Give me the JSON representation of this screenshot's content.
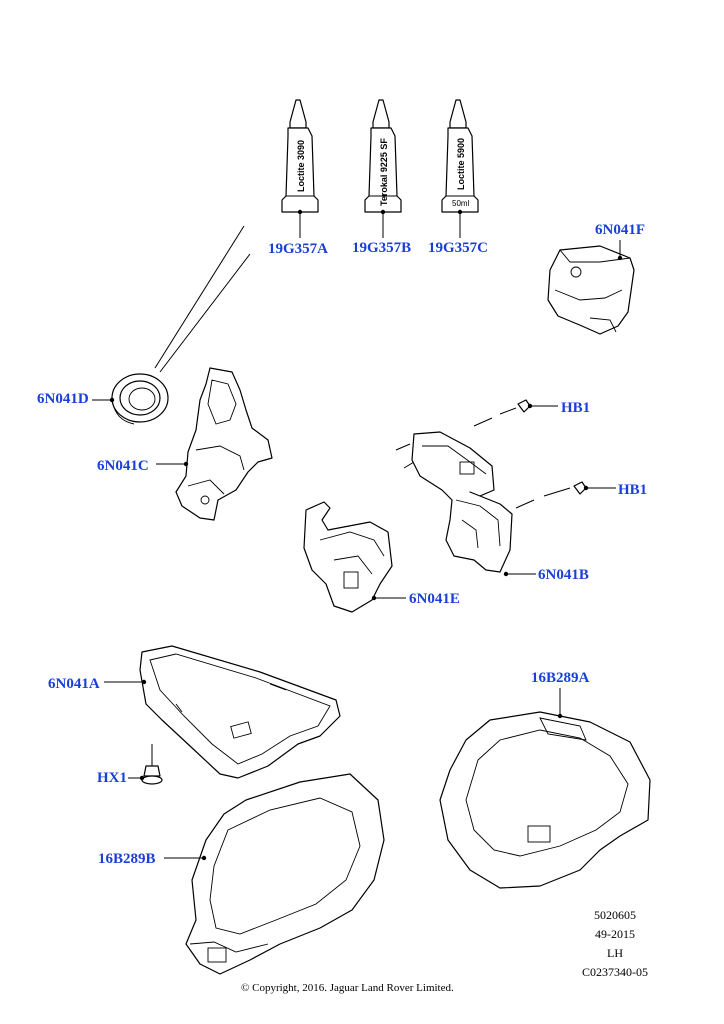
{
  "tubes": [
    {
      "label": "Loctite 3090",
      "volume": ""
    },
    {
      "label": "Terokal 9225 SF",
      "volume": ""
    },
    {
      "label": "Loctite 5900",
      "volume": "50ml"
    }
  ],
  "callouts": {
    "c19G357A": "19G357A",
    "c19G357B": "19G357B",
    "c19G357C": "19G357C",
    "c6N041F": "6N041F",
    "c6N041D": "6N041D",
    "c6N041C": "6N041C",
    "cHB1a": "HB1",
    "cHB1b": "HB1",
    "c6N041B": "6N041B",
    "c6N041E": "6N041E",
    "c6N041A": "6N041A",
    "c16B289A": "16B289A",
    "cHX1": "HX1",
    "c16B289B": "16B289B"
  },
  "meta": {
    "line1": "5020605",
    "line2": "49-2015",
    "line3": "LH",
    "line4": "C0237340-05"
  },
  "copyright": "© Copyright, 2016. Jaguar Land Rover Limited."
}
